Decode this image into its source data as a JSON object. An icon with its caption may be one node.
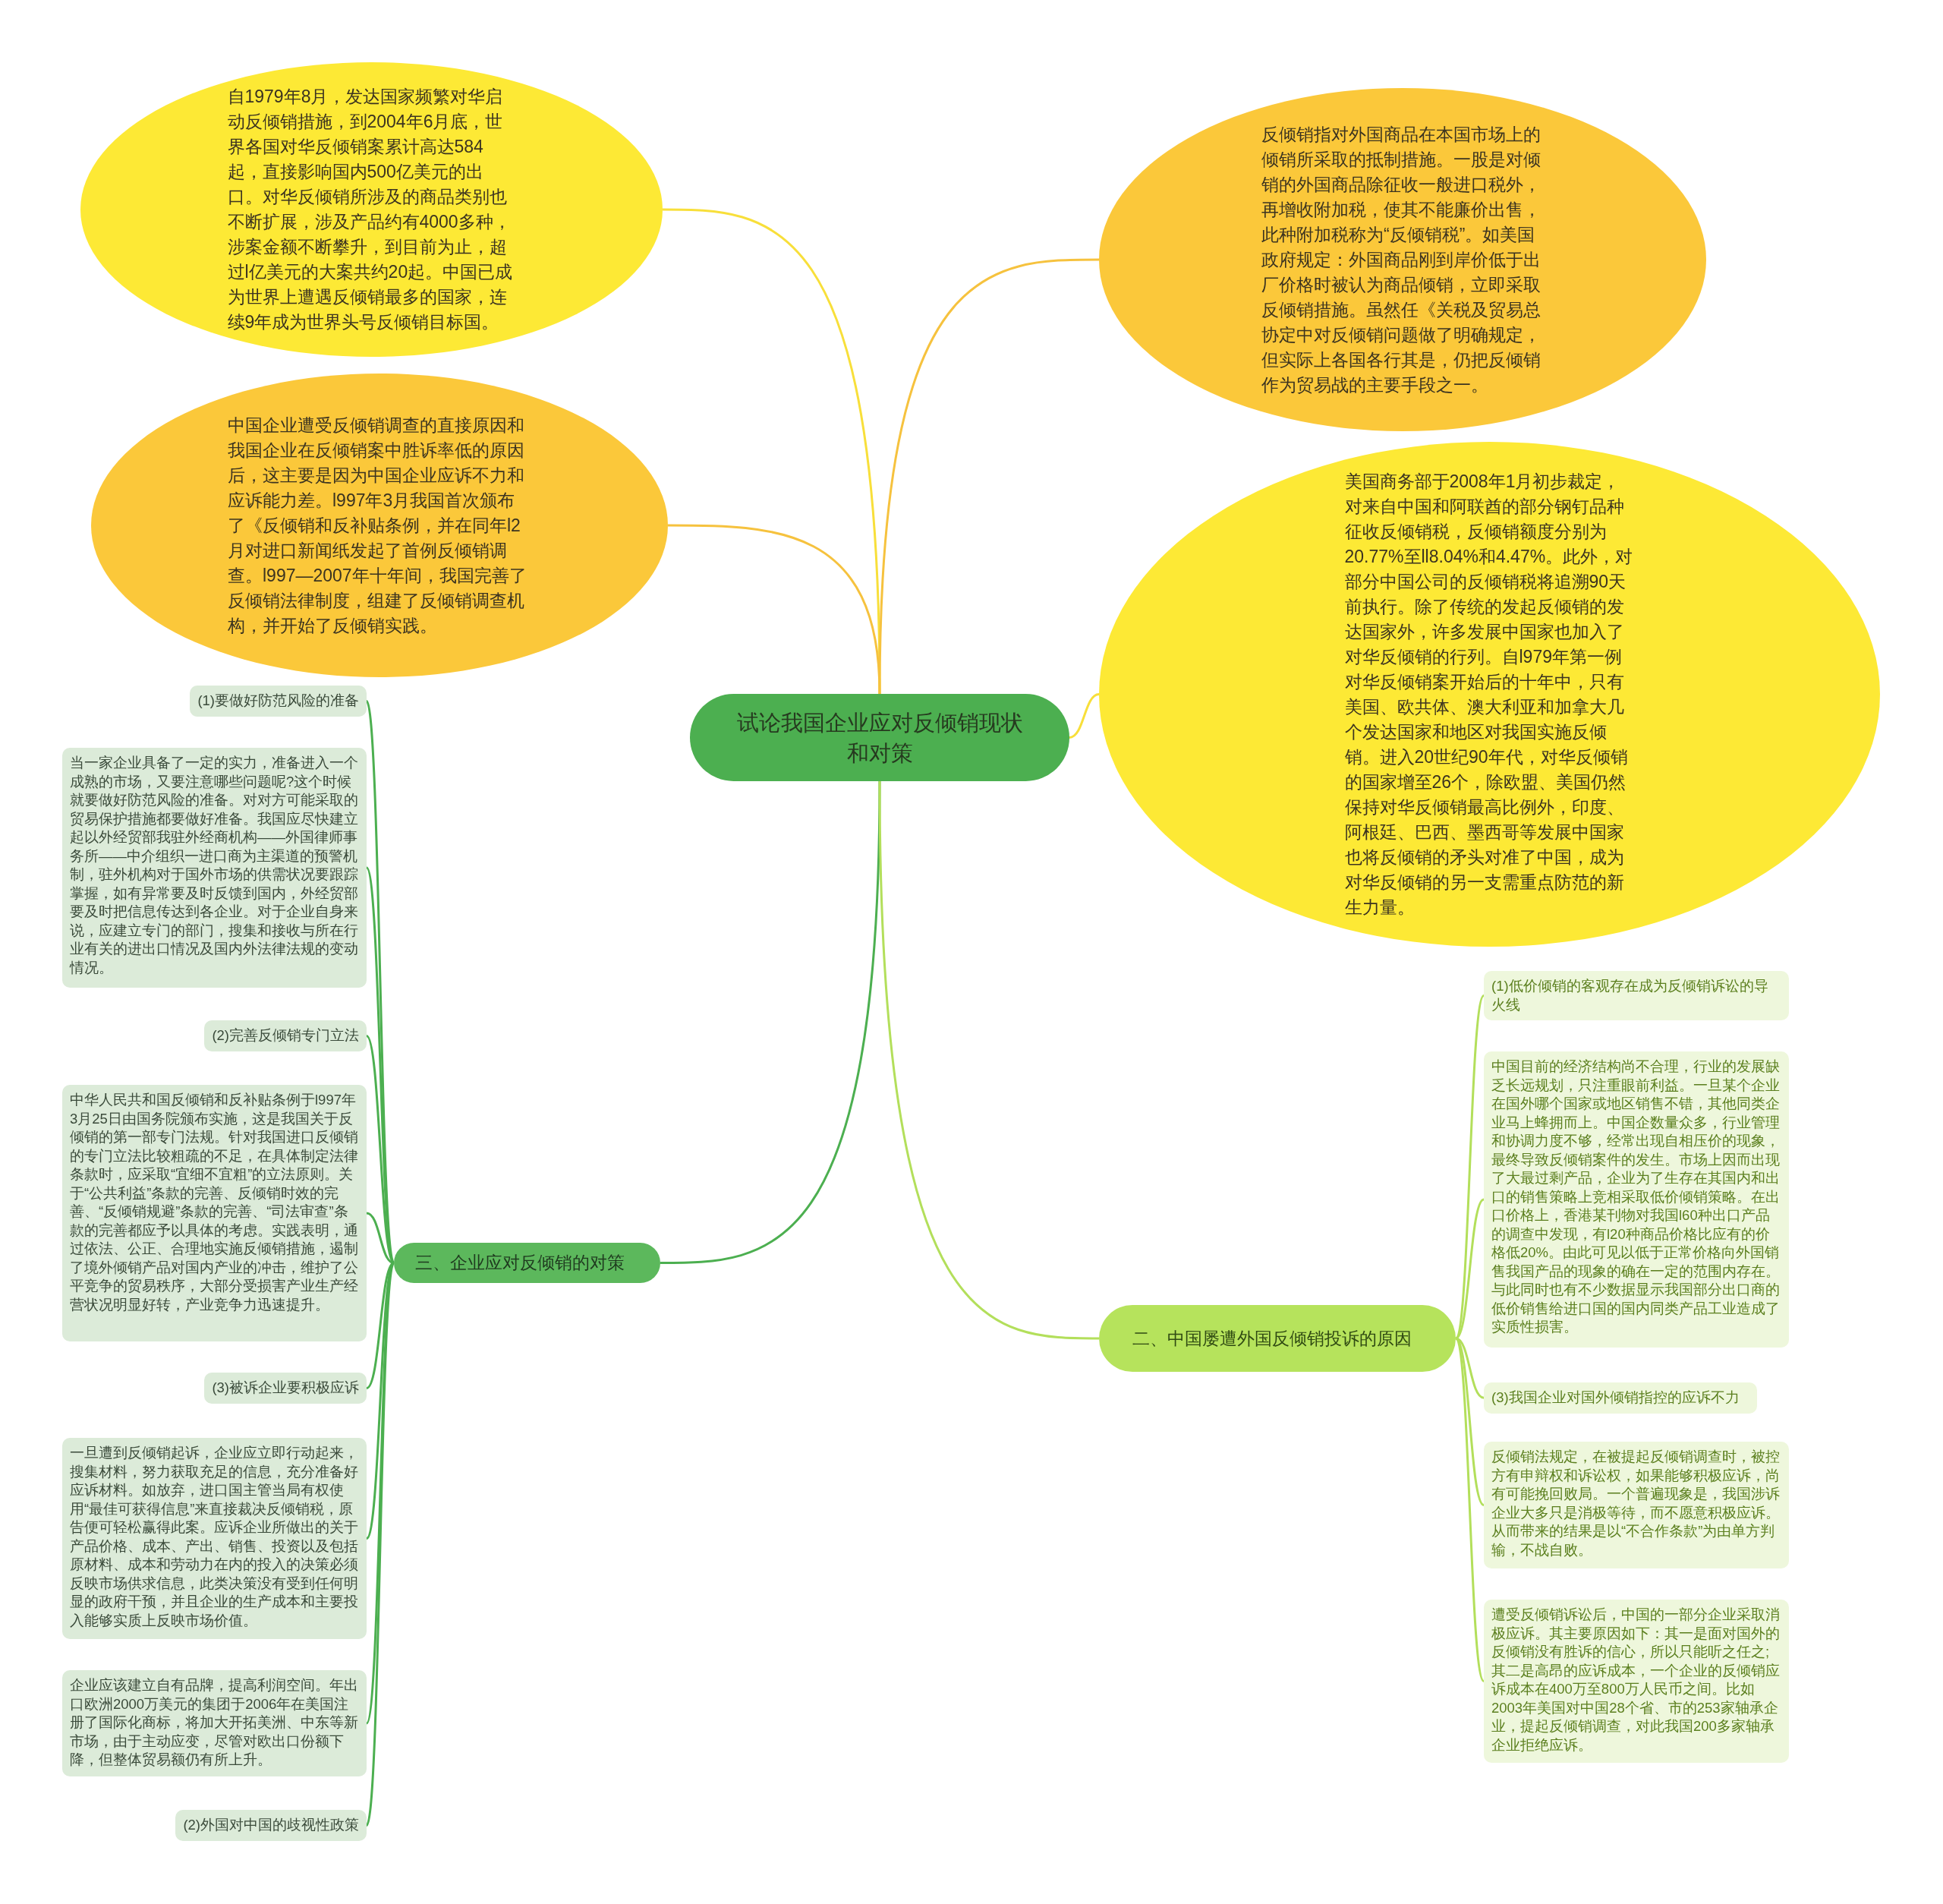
{
  "diagram": {
    "nodes": [
      {
        "text": [
          "试论我国企业应对反倾销现状和对策"
        ]
      },
      {
        "text": [
          "自1979年8月，发达国家频繁对华启动反倾销措施，到2004年6月底，世界各国对华反倾销案累计高达584起，直接影响国内500亿美元的出口。对华反倾销所涉及的商品类别也不断扩展，涉及产品约有4000多种，涉案金额不断攀升，到目前为止，超过l亿美元的大案共约20起。中国已成为世界上遭遇反倾销最多的国家，连续9年成为世界头号反倾销目标国。"
        ]
      },
      {
        "text": [
          "中国企业遭受反倾销调查的直接原因和我国企业在反倾销案中胜诉率低的原因后，这主要是因为中国企业应诉不力和应诉能力差。l997年3月我国首次颁布了《反倾销和反补贴条例，并在同年l2月对进口新闻纸发起了首例反倾销调查。l997—2007年十年间，我国完善了反倾销法律制度，组建了反倾销调查机构，并开始了反倾销实践。"
        ]
      },
      {
        "text": [
          "反倾销指对外国商品在本国市场上的倾销所采取的抵制措施。一股是对倾销的外国商品除征收一般进口税外，再增收附加税，使其不能廉价出售，此种附加税称为“反倾销税”。如美国政府规定：外国商品刚到岸价低于出厂价格时被认为商品倾销，立即采取反倾销措施。虽然任《关税及贸易总协定中对反倾销问题做了明确规定，但实际上各国各行其是，仍把反倾销作为贸易战的主要手段之一。"
        ]
      },
      {
        "text": [
          "美国商务部于2008年1月初步裁定，对来自中国和阿联酋的部分钢钉品种征收反倾销税，反倾销额度分别为20.77%至ll8.04%和4.47%。此外，对部分中国公司的反倾销税将追溯90天前执行。除了传统的发起反倾销的发达国家外，许多发展中国家也加入了对华反倾销的行列。自l979年第一例对华反倾销案开始后的十年中，只有美国、欧共体、澳大利亚和加拿大几个发达国家和地区对我国实施反倾销。进入20世纪90年代，对华反倾销的国家增至26个，除欧盟、美国仍然保持对华反倾销最高比例外，印度、阿根廷、巴西、墨西哥等发展中国家也将反倾销的矛头对准了中国，成为对华反倾销的另一支需重点防范的新生力量。"
        ]
      },
      {
        "text": [
          "三、企业应对反倾销的对策"
        ]
      },
      {
        "text": [
          "(1)要做好防范风险的准备"
        ]
      },
      {
        "text": [
          "当一家企业具备了一定的实力，准备进入一个成熟的市场，又要注意哪些问题呢?这个时候就要做好防范风险的准备。对对方可能采取的贸易保护措施都要做好准备。我国应尽快建立起以外经贸部我驻外经商机构——外国律师事务所——中介组织一进口商为主渠道的预警机制，驻外机构对于国外市场的供需状况要跟踪掌握，如有异常要及时反馈到国内，外经贸部要及时把信息传达到各企业。对于企业自身来说，应建立专门的部门，搜集和接收与所在行业有关的进出口情况及国内外法律法规的变动情况。"
        ]
      },
      {
        "text": [
          "(2)完善反倾销专门立法"
        ]
      },
      {
        "text": [
          "中华人民共和国反倾销和反补贴条例于l997年3月25日由国务院颁布实施，这是我国关于反倾销的第一部专门法规。针对我国进口反倾销的专门立法比较粗疏的不足，在具体制定法律条款时，应采取“宜细不宜粗”的立法原则。关于“公共利益”条款的完善、反倾销时效的完善、“反倾销规避”条款的完善、“司法审查”条款的完善都应予以具体的考虑。实践表明，通过依法、公正、合理地实施反倾销措施，遏制了境外倾销产品对国内产业的冲击，维护了公平竞争的贸易秩序，大部分受损害产业生产经营状况明显好转，产业竞争力迅速提升。"
        ]
      },
      {
        "text": [
          "(3)被诉企业要积极应诉"
        ]
      },
      {
        "text": [
          "一旦遭到反倾销起诉，企业应立即行动起来，搜集材料，努力获取充足的信息，充分准备好应诉材料。如放弃，进口国主管当局有权使用“最佳可获得信息”来直接裁决反倾销税，原告便可轻松赢得此案。应诉企业所做出的关于产品价格、成本、产出、销售、投资以及包括原材料、成本和劳动力在内的投入的决策必须反映市场供求信息，此类决策没有受到任何明显的政府干预，并且企业的生产成本和主要投入能够实质上反映市场价值。"
        ]
      },
      {
        "text": [
          "企业应该建立自有品牌，提高利润空间。年出口欧洲2000万美元的集团于2006年在美国注册了国际化商标，将加大开拓美洲、中东等新市场，由于主动应变，尽管对欧出口份额下降，但整体贸易额仍有所上升。"
        ]
      },
      {
        "text": [
          "(2)外国对中国的歧视性政策"
        ]
      },
      {
        "text": [
          "二、中国屡遭外国反倾销投诉的原因"
        ]
      },
      {
        "text": [
          "(1)低价倾销的客观存在成为反倾销诉讼的导火线"
        ]
      },
      {
        "text": [
          "中国目前的经济结构尚不合理，行业的发展缺乏长远规划，只注重眼前利益。一旦某个企业在国外哪个国家或地区销售不错，其他同类企业马上蜂拥而上。中国企数量众多，行业管理和协调力度不够，经常出现自相压价的现象，最终导致反倾销案件的发生。市场上因而出现了大最过剩产品，企业为了生存在其国内和出口的销售策略上竞相采取低价倾销策略。在出口价格上，香港某刊物对我国l60种出口产品的调查中发现，有l20种商品价格比应有的价格低20%。由此可见以低于正常价格向外国销售我国产品的现象的确在一定的范围内存在。与此同时也有不少数据显示我国部分出口商的低价销售给进口国的国内同类产品工业造成了实质性损害。"
        ]
      },
      {
        "text": [
          "(3)我国企业对国外倾销指控的应诉不力"
        ]
      },
      {
        "text": [
          "反倾销法规定，在被提起反倾销调查时，被控方有申辩权和诉讼权，如果能够积极应诉，尚有可能挽回败局。一个普遍现象是，我国涉诉企业大多只是消极等待，而不愿意积极应诉。从而带来的结果是以“不合作条款”为由单方判输，不战自败。"
        ]
      },
      {
        "text": [
          "遭受反倾销诉讼后，中国的一部分企业采取消极应诉。其主要原因如下：其一是面对国外的反倾销没有胜诉的信心，所以只能听之任之;其二是高昂的应诉成本，一个企业的反倾销应诉成本在400万至800万人民币之间。比如2003年美国对中国28个省、市的253家轴承企业，提起反倾销调查，对此我国200多家轴承企业拒绝应诉。"
        ]
      }
    ],
    "edges": [
      {
        "from": 0,
        "to": 1,
        "arrow": "none",
        "color": "#f8df3a"
      },
      {
        "from": 0,
        "to": 2,
        "arrow": "none",
        "color": "#f6c23e"
      },
      {
        "from": 0,
        "to": 3,
        "arrow": "none",
        "color": "#f6c23e"
      },
      {
        "from": 0,
        "to": 4,
        "arrow": "none",
        "color": "#f8df3a"
      },
      {
        "from": 0,
        "to": 5,
        "arrow": "none",
        "color": "#4caf50"
      },
      {
        "from": 5,
        "to": 6,
        "arrow": "none",
        "color": "#4caf50"
      },
      {
        "from": 5,
        "to": 7,
        "arrow": "none",
        "color": "#4caf50"
      },
      {
        "from": 5,
        "to": 8,
        "arrow": "none",
        "color": "#4caf50"
      },
      {
        "from": 5,
        "to": 9,
        "arrow": "none",
        "color": "#4caf50"
      },
      {
        "from": 5,
        "to": 10,
        "arrow": "none",
        "color": "#4caf50"
      },
      {
        "from": 5,
        "to": 11,
        "arrow": "none",
        "color": "#4caf50"
      },
      {
        "from": 5,
        "to": 12,
        "arrow": "none",
        "color": "#4caf50"
      },
      {
        "from": 5,
        "to": 13,
        "arrow": "none",
        "color": "#4caf50"
      },
      {
        "from": 0,
        "to": 14,
        "arrow": "none",
        "color": "#b3df5b"
      },
      {
        "from": 14,
        "to": 15,
        "arrow": "none",
        "color": "#b3df5b"
      },
      {
        "from": 14,
        "to": 16,
        "arrow": "none",
        "color": "#b3df5b"
      },
      {
        "from": 14,
        "to": 17,
        "arrow": "none",
        "color": "#b3df5b"
      },
      {
        "from": 14,
        "to": 18,
        "arrow": "none",
        "color": "#b3df5b"
      },
      {
        "from": 14,
        "to": 19,
        "arrow": "none",
        "color": "#b3df5b"
      }
    ]
  }
}
